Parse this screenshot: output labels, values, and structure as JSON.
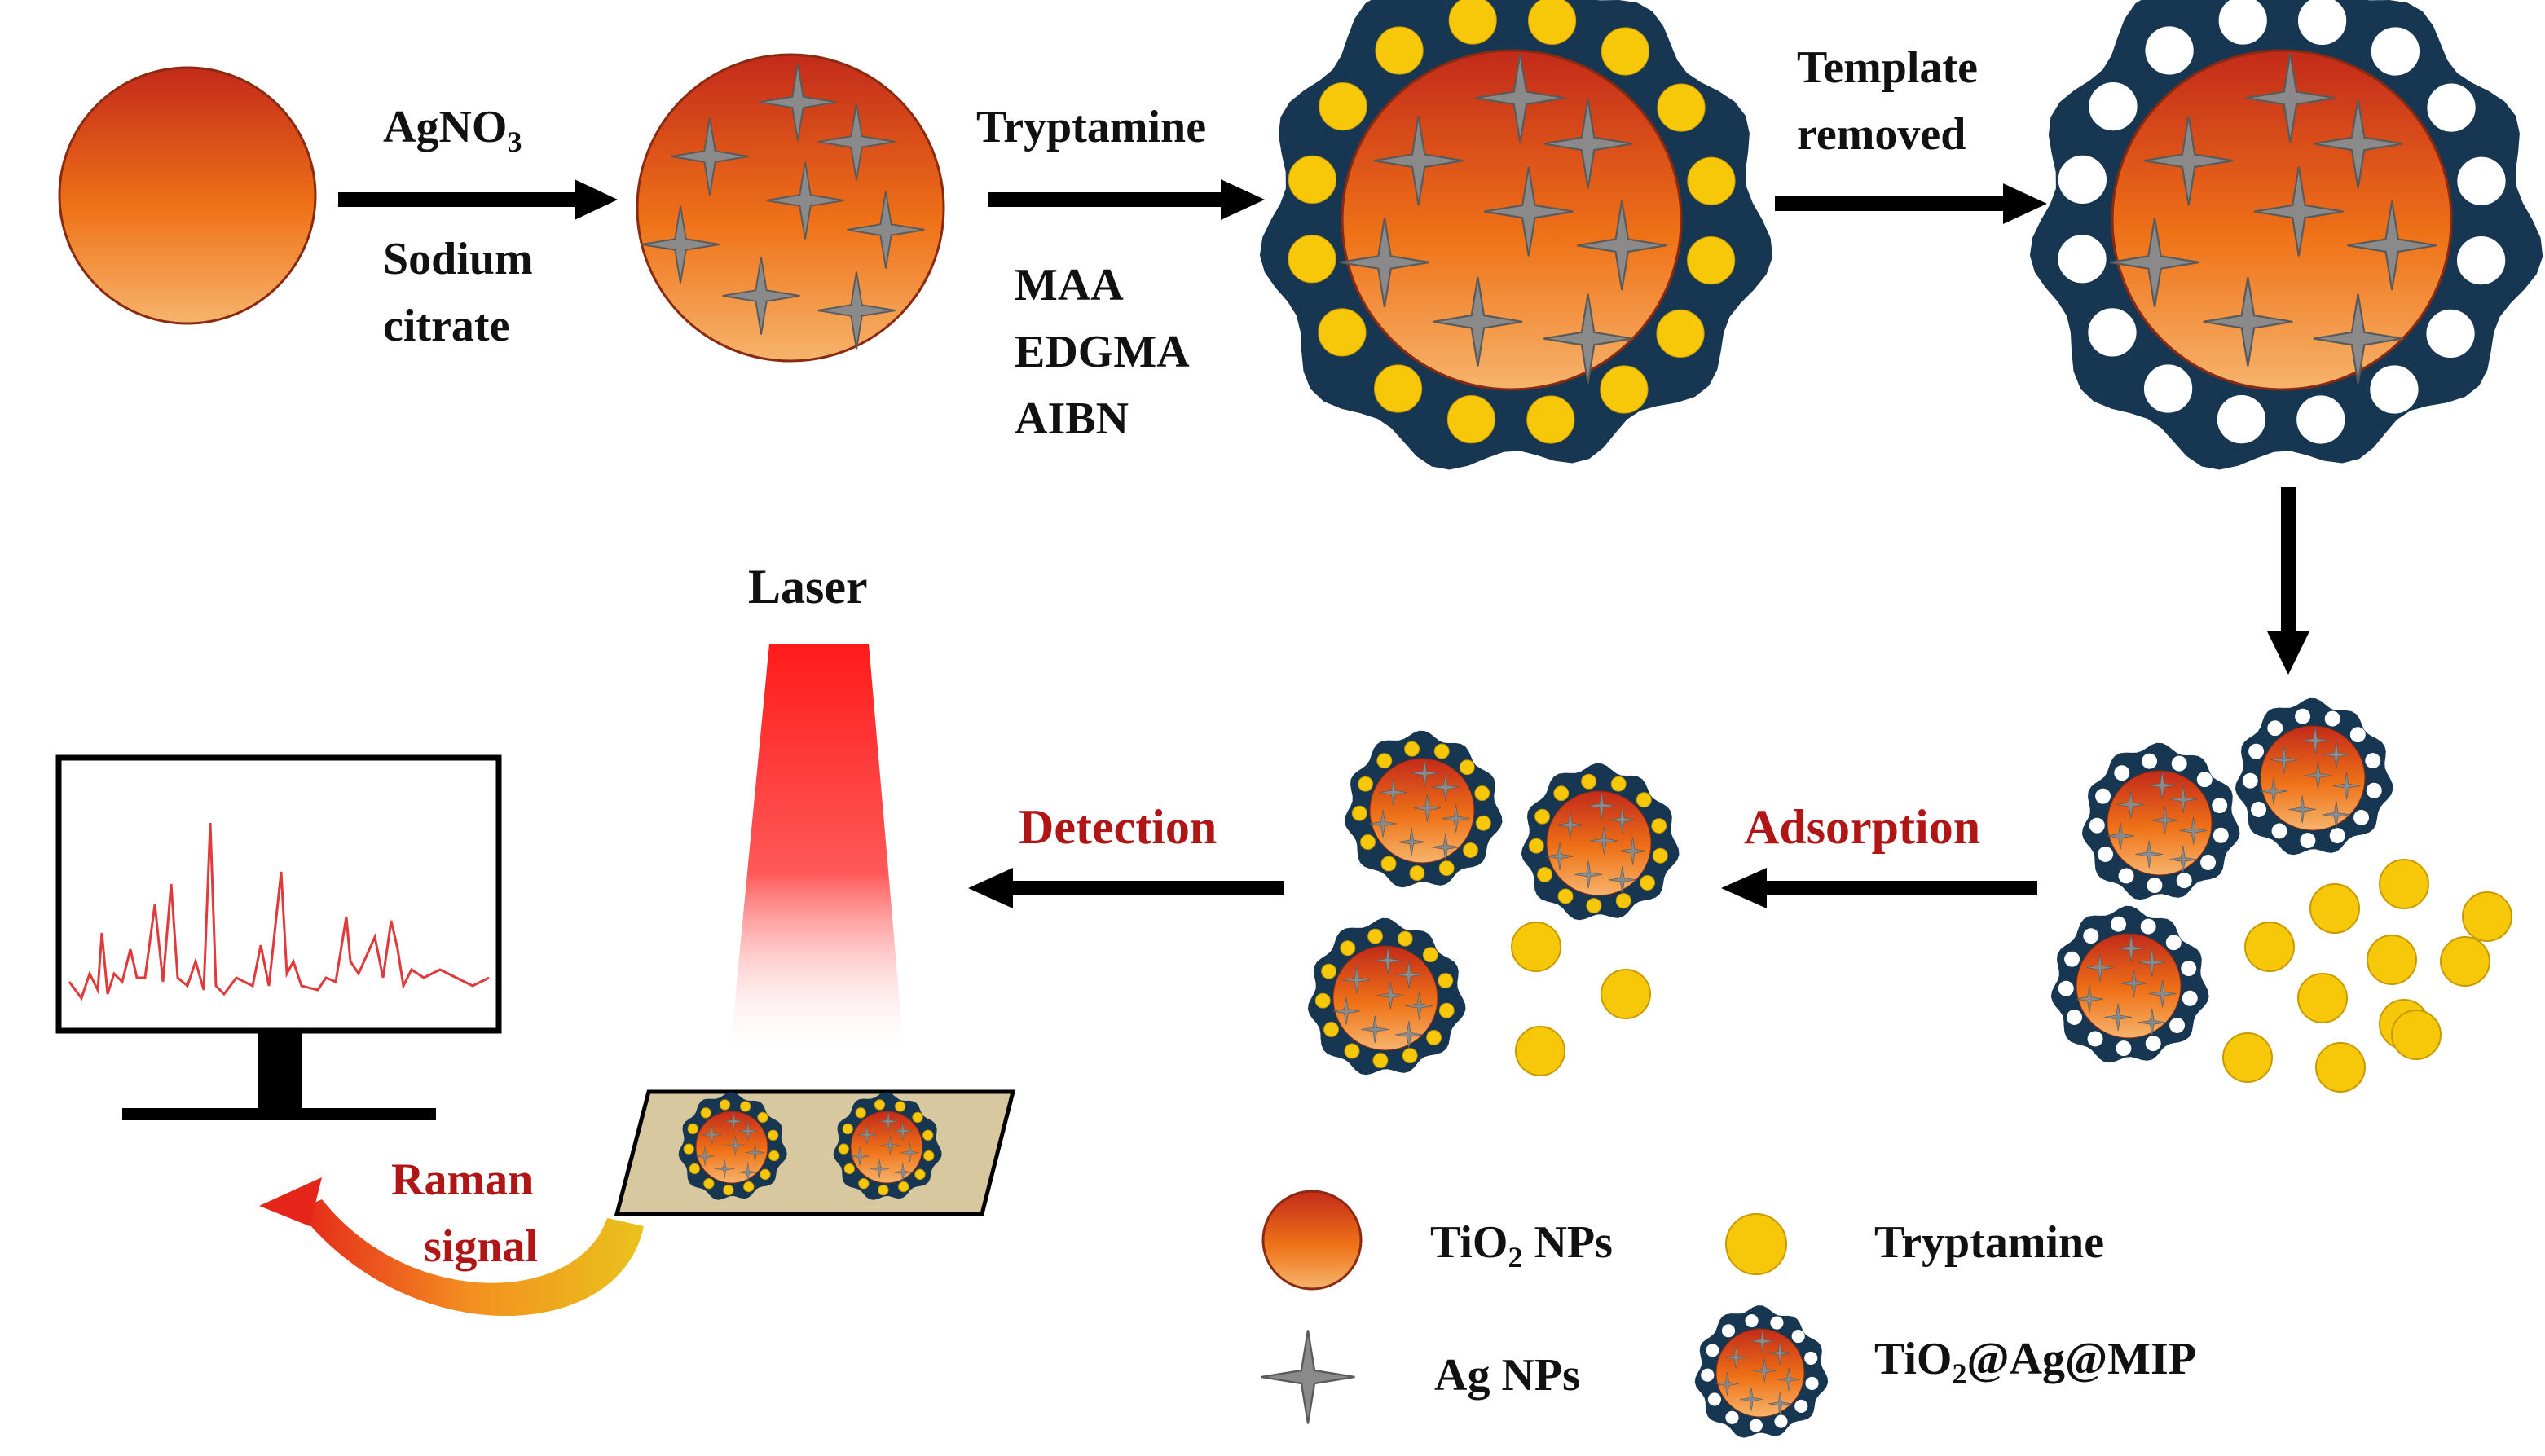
{
  "colors": {
    "core_light": "#f4a35e",
    "core_mid": "#ee6a18",
    "core_dark": "#c7321a",
    "shell": "#173652",
    "tryptamine": "#f7c70a",
    "star": "#8a8a8a",
    "arrow": "#000000",
    "label_red": "#b11616",
    "laser": "#ff1a1a",
    "spectrum": "#e03a3a",
    "slide": "#d8c8a0"
  },
  "steps": {
    "s1_top": "AgNO",
    "s1_top_sub": "3",
    "s1_bottom_line1": "Sodium",
    "s1_bottom_line2": "citrate",
    "s2_top": "Tryptamine",
    "s2_bottom": [
      "MAA",
      "EDGMA",
      "AIBN"
    ],
    "s3_top_line1": "Template",
    "s3_top_line2": "removed",
    "adsorption": "Adsorption",
    "detection": "Detection",
    "laser": "Laser",
    "raman_line1": "Raman",
    "raman_line2": "signal"
  },
  "legend": {
    "tio2_pre": "TiO",
    "tio2_sub": "2",
    "tio2_post": " NPs",
    "tryptamine": "Tryptamine",
    "ag": "Ag NPs",
    "mip_pre": "TiO",
    "mip_sub": "2",
    "mip_post": "@Ag@MIP"
  },
  "icons": {
    "core": "tio2-nanoparticle-icon",
    "star": "ag-nanoparticle-icon",
    "dot": "tryptamine-molecule-icon",
    "composite": "mip-composite-icon",
    "monitor": "monitor-icon",
    "laser": "laser-beam-icon"
  }
}
